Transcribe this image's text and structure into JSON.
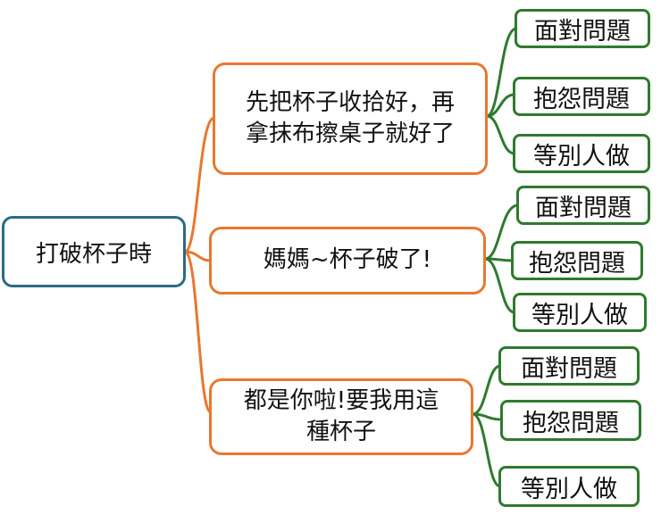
{
  "root": {
    "label": "打破杯子時"
  },
  "branches": [
    {
      "label_lines": [
        "先把杯子收拾好，再",
        "拿抹布擦桌子就好了"
      ],
      "leaves": [
        "面對問題",
        "抱怨問題",
        "等別人做"
      ]
    },
    {
      "label_lines": [
        "媽媽~杯子破了!"
      ],
      "leaves": [
        "面對問題",
        "抱怨問題",
        "等別人做"
      ]
    },
    {
      "label_lines": [
        "都是你啦!要我用這",
        "種杯子"
      ],
      "leaves": [
        "面對問題",
        "抱怨問題",
        "等別人做"
      ]
    }
  ],
  "colors": {
    "root_border": "#2a6b87",
    "branch_border": "#e8782f",
    "leaf_border": "#2f7a2f"
  }
}
